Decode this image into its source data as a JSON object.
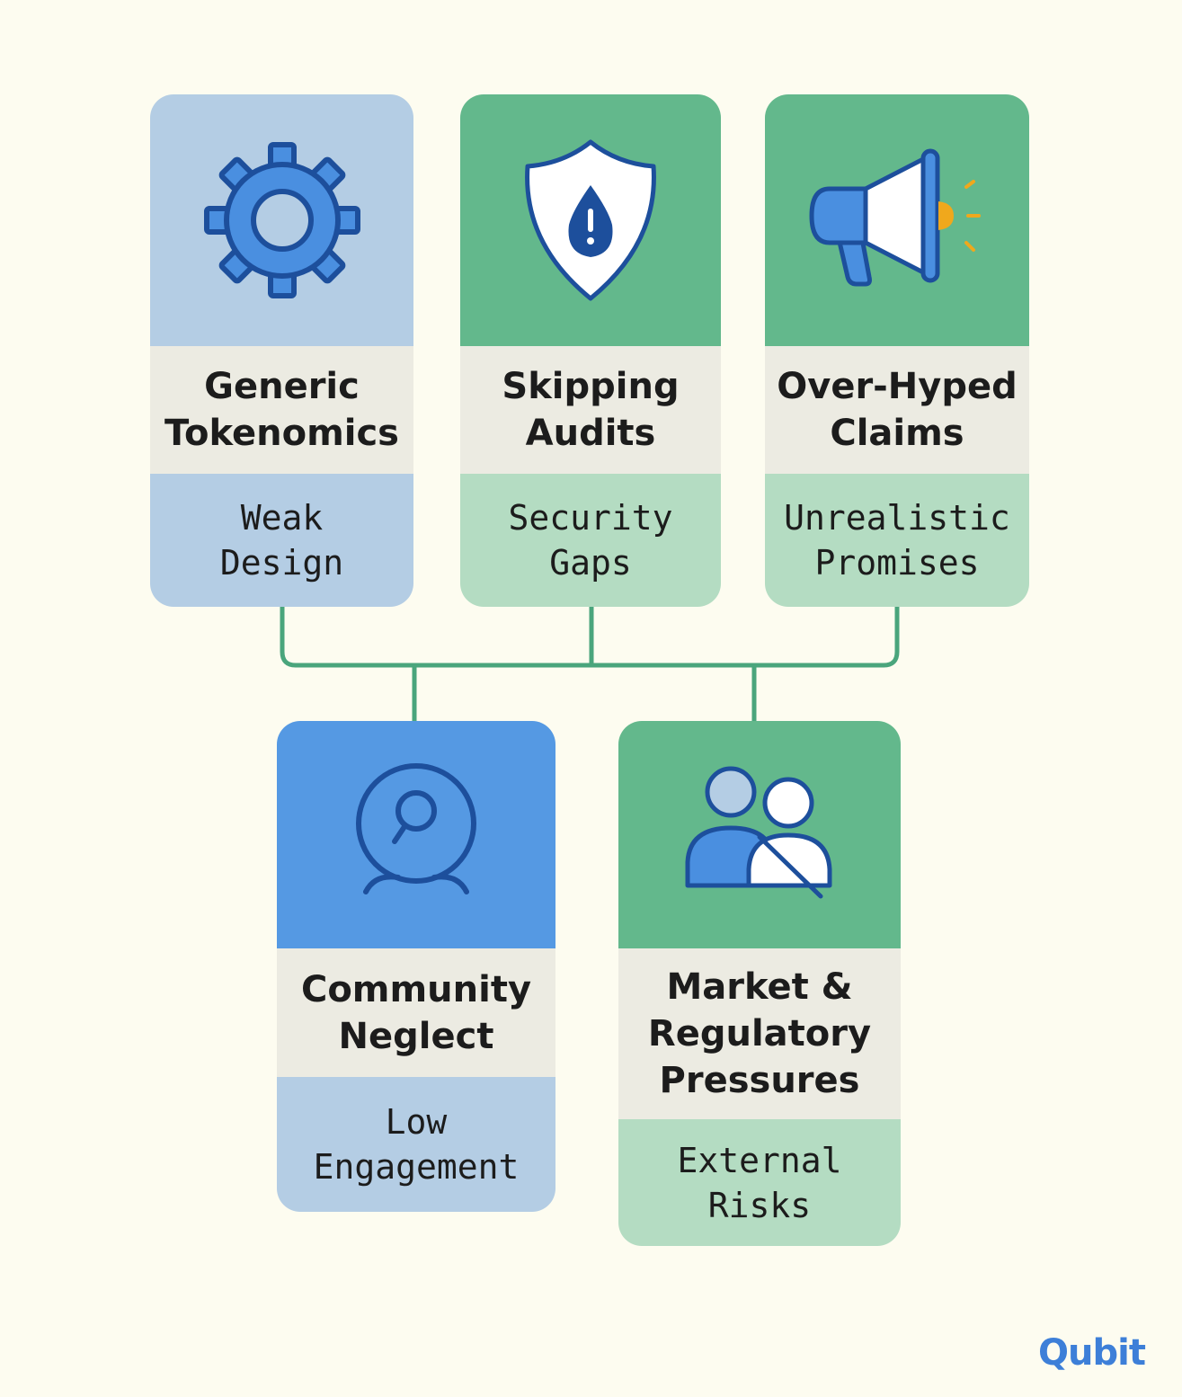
{
  "cards": [
    {
      "title": "Generic\nTokenomics",
      "subtitle": "Weak\nDesign",
      "icon": "gear-icon"
    },
    {
      "title": "Skipping\nAudits",
      "subtitle": "Security\nGaps",
      "icon": "shield-alert-icon"
    },
    {
      "title": "Over-Hyped\nClaims",
      "subtitle": "Unrealistic\nPromises",
      "icon": "megaphone-icon"
    },
    {
      "title": "Community\nNeglect",
      "subtitle": "Low\nEngagement",
      "icon": "webcam-icon"
    },
    {
      "title": "Market &\nRegulatory\nPressures",
      "subtitle": "External\nRisks",
      "icon": "people-icon"
    }
  ],
  "logo": {
    "text": "Qubit"
  },
  "colors": {
    "background": "#fdfcf0",
    "blue": "#5599e3",
    "blue_light": "#b4cde4",
    "green": "#63b88c",
    "green_light": "#b4dcc2",
    "title_band": "#ecebe2",
    "connector": "#4aa57c",
    "accent_orange": "#f0a81c"
  }
}
